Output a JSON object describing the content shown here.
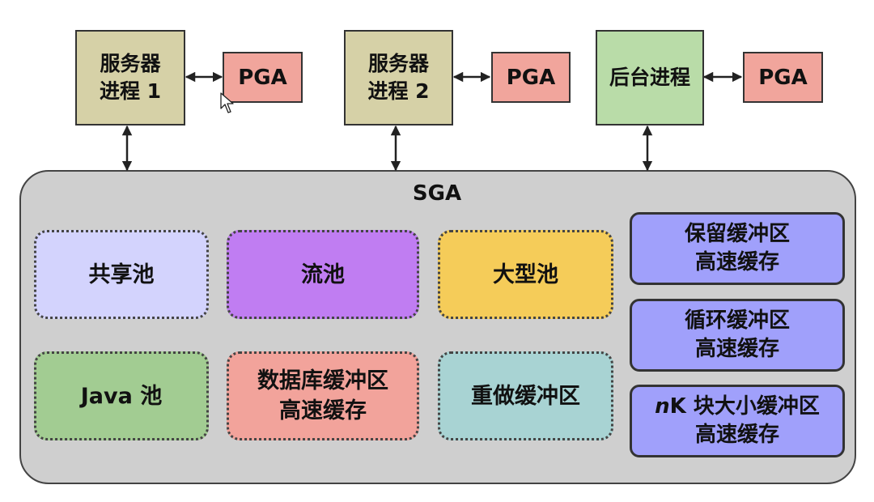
{
  "processes": {
    "server1": "服务器\n进程 1",
    "server2": "服务器\n进程 2",
    "background": "后台进程",
    "pga_label": "PGA"
  },
  "sga": {
    "title": "SGA",
    "pools": {
      "shared_pool": "共享池",
      "stream_pool": "流池",
      "large_pool": "大型池",
      "java_pool": "Java 池",
      "db_buffer_cache": "数据库缓冲区\n高速缓存",
      "redo_log_buffer": "重做缓冲区"
    },
    "caches": {
      "keep_buffer": "保留缓冲区\n高速缓存",
      "recycle_buffer": "循环缓冲区\n高速缓存",
      "nk_prefix": "n",
      "nk_rest": "K 块大小缓冲区",
      "nk_second_line": "高速缓存"
    }
  },
  "colors": {
    "server_process": "#d6d1a7",
    "background_process": "#b9dca8",
    "pga": "#f1a59c",
    "sga_bg": "#cfcfcf",
    "shared_pool": "#d3d3fd",
    "stream_pool": "#c07df2",
    "large_pool": "#f5cc59",
    "java_pool": "#a2cc92",
    "db_buffer_cache": "#f2a39b",
    "redo_log_buffer": "#a8d3d3",
    "buffer_cache": "#a0a0fb"
  }
}
